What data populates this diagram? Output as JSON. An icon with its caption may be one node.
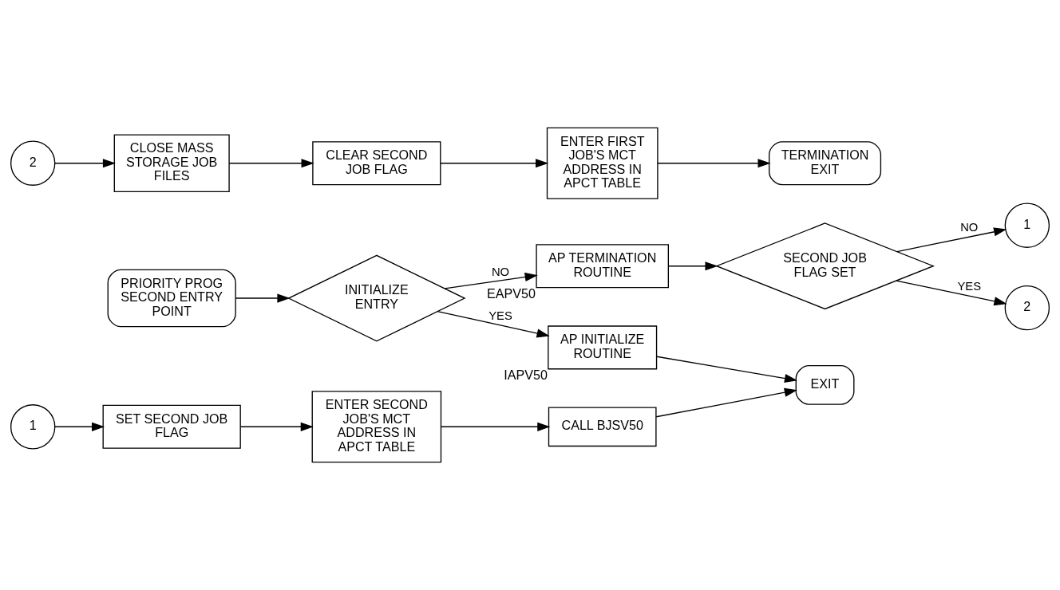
{
  "diagram": {
    "nodes": [
      {
        "text": [
          "PRIORITY PROG SECOND ENTRY POINT"
        ]
      },
      {
        "text": [
          "INITIALIZE ENTRY"
        ]
      },
      {
        "text": [
          "AP INITIALIZE ROUTINE"
        ],
        "beside": [
          "IAPV50"
        ]
      },
      {
        "text": [
          "EXIT"
        ]
      },
      {
        "text": [
          "AP TERMINATION ROUTINE"
        ],
        "beside": [
          "EAPV50"
        ]
      },
      {
        "text": [
          "SECOND JOB FLAG SET"
        ]
      },
      {
        "text": [
          "1"
        ]
      },
      {
        "text": [
          "2"
        ]
      },
      {
        "text": [
          "1"
        ]
      },
      {
        "text": [
          "SET SECOND JOB FLAG"
        ]
      },
      {
        "text": [
          "ENTER SECOND JOB'S MCT ADDRESS IN APCT TABLE"
        ]
      },
      {
        "text": [
          "CALL BJSV50"
        ]
      },
      {
        "text": [
          "2"
        ]
      },
      {
        "text": [
          "CLOSE MASS STORAGE JOB FILES"
        ]
      },
      {
        "text": [
          "CLEAR SECOND JOB FLAG"
        ]
      },
      {
        "text": [
          "ENTER FIRST JOB'S MCT ADDRESS IN APCT TABLE"
        ]
      },
      {
        "text": [
          "TERMINATION EXIT"
        ]
      }
    ],
    "edges": [
      {
        "from": 0,
        "to": 1,
        "arrow": "to"
      },
      {
        "from": 1,
        "to": 2,
        "arrow": "to",
        "label": "YES"
      },
      {
        "from": 2,
        "to": 3,
        "arrow": "to"
      },
      {
        "from": 1,
        "to": 4,
        "arrow": "to",
        "label": "NO"
      },
      {
        "from": 4,
        "to": 5,
        "arrow": "to"
      },
      {
        "from": 5,
        "to": 6,
        "arrow": "to",
        "label": "NO"
      },
      {
        "from": 5,
        "to": 7,
        "arrow": "to",
        "label": "YES"
      },
      {
        "from": 8,
        "to": 9,
        "arrow": "to"
      },
      {
        "from": 9,
        "to": 10,
        "arrow": "to"
      },
      {
        "from": 10,
        "to": 11,
        "arrow": "to"
      },
      {
        "from": 11,
        "to": 3,
        "arrow": "to"
      },
      {
        "from": 12,
        "to": 13,
        "arrow": "to"
      },
      {
        "from": 13,
        "to": 14,
        "arrow": "to"
      },
      {
        "from": 14,
        "to": 15,
        "arrow": "to"
      },
      {
        "from": 15,
        "to": 16,
        "arrow": "to"
      }
    ]
  }
}
